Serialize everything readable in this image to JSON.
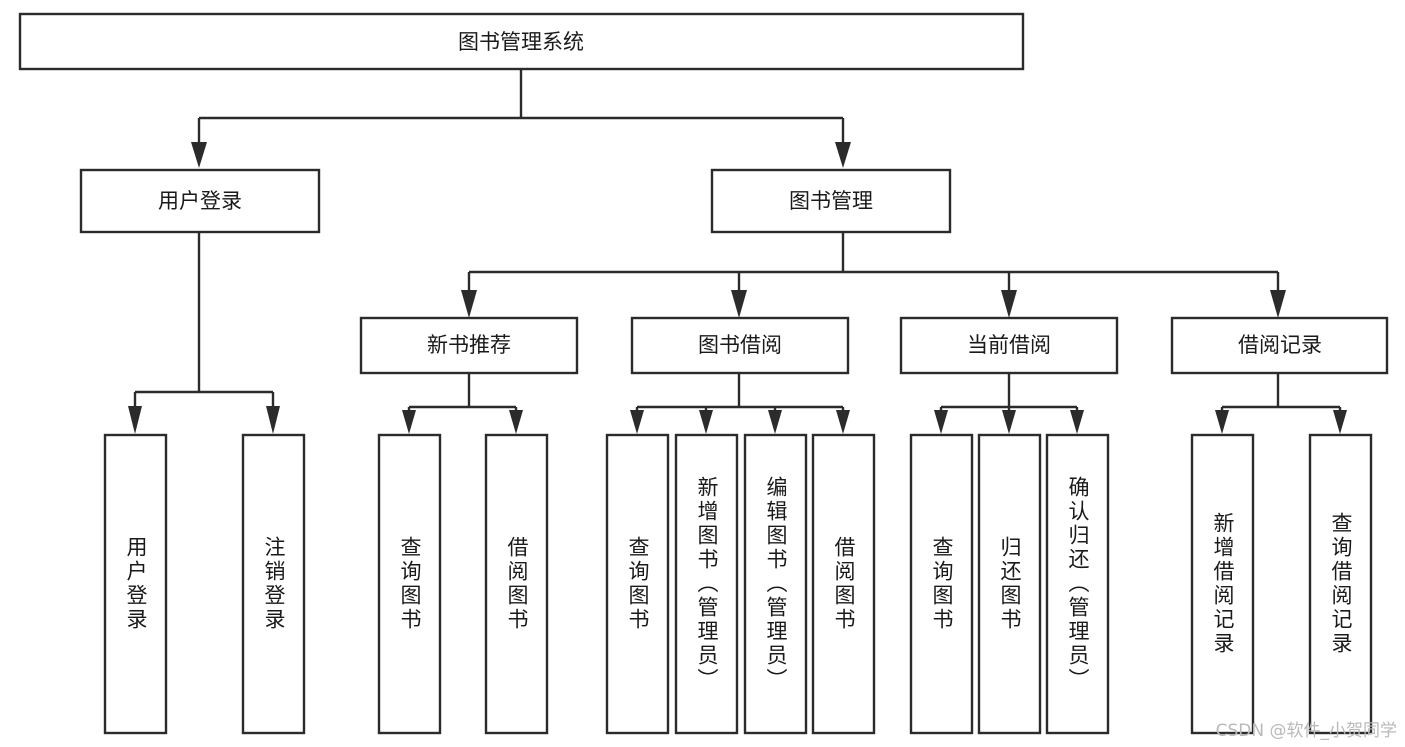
{
  "diagram": {
    "title": "图书管理系统",
    "type": "tree",
    "orientation": "top-down",
    "colors": {
      "box_stroke": "#2b2b2b",
      "box_fill": "#ffffff",
      "connector": "#2b2b2b",
      "text": "#1a1a1a",
      "watermark": "#b9b9b9",
      "background": "#ffffff"
    },
    "watermark": "CSDN @软件_小贺同学",
    "root": {
      "label": "图书管理系统"
    },
    "level1": [
      {
        "label": "用户登录"
      },
      {
        "label": "图书管理"
      }
    ],
    "level2": [
      {
        "label": "新书推荐"
      },
      {
        "label": "图书借阅"
      },
      {
        "label": "当前借阅"
      },
      {
        "label": "借阅记录"
      }
    ],
    "leaves": {
      "user_login": [
        {
          "label": "用户登录"
        },
        {
          "label": "注销登录"
        }
      ],
      "new_book_recommend": [
        {
          "label": "查询图书"
        },
        {
          "label": "借阅图书"
        }
      ],
      "book_borrow": [
        {
          "label": "查询图书"
        },
        {
          "label": "新增图书（管理员）"
        },
        {
          "label": "编辑图书（管理员）"
        },
        {
          "label": "借阅图书"
        }
      ],
      "current_borrow": [
        {
          "label": "查询图书"
        },
        {
          "label": "归还图书"
        },
        {
          "label": "确认归还（管理员）"
        }
      ],
      "borrow_record": [
        {
          "label": "新增借阅记录"
        },
        {
          "label": "查询借阅记录"
        }
      ]
    }
  }
}
